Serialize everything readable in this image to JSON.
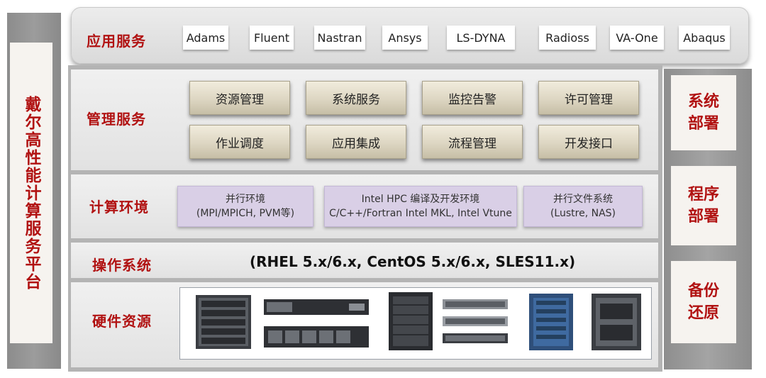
{
  "platform_title": "戴尔高性能计算服务平台",
  "app_services": {
    "label": "应用服务",
    "apps": [
      "Adams",
      "Fluent",
      "Nastran",
      "Ansys",
      "LS-DYNA",
      "Radioss",
      "VA-One",
      "Abaqus"
    ]
  },
  "management": {
    "label": "管理服务",
    "items": [
      "资源管理",
      "系统服务",
      "监控告警",
      "许可管理",
      "作业调度",
      "应用集成",
      "流程管理",
      "开发接口"
    ]
  },
  "compute_env": {
    "label": "计算环境",
    "boxes": [
      {
        "line1": "并行环境",
        "line2": "(MPI/MPICH, PVM等)"
      },
      {
        "line1": "Intel HPC 编译及开发环境",
        "line2": "C/C++/Fortran Intel MKL, Intel Vtune"
      },
      {
        "line1": "并行文件系统",
        "line2": "(Lustre, NAS)"
      }
    ]
  },
  "os": {
    "label": "操作系统",
    "text": "(RHEL 5.x/6.x, CentOS 5.x/6.x, SLES11.x)"
  },
  "hardware": {
    "label": "硬件资源"
  },
  "right_boxes": [
    {
      "line1": "系统",
      "line2": "部署"
    },
    {
      "line1": "程序",
      "line2": "部署"
    },
    {
      "line1": "备份",
      "line2": "还原"
    }
  ],
  "colors": {
    "accent_red": "#b11212",
    "panel_gray": "#b4b4b4",
    "button_beige": "#ddd6c2",
    "env_lavender": "#d9cfe6"
  }
}
